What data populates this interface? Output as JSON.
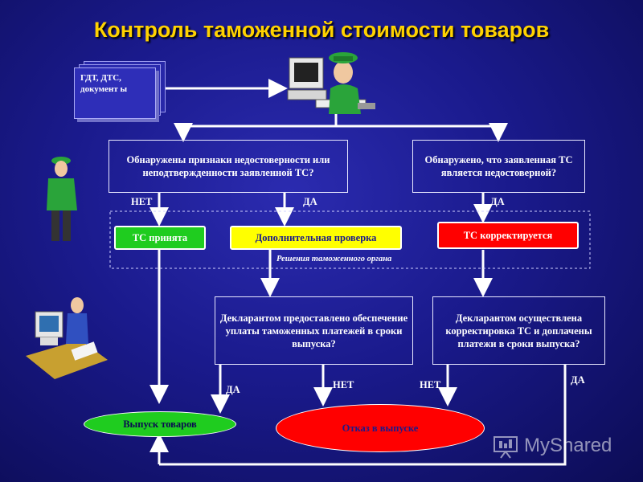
{
  "title": "Контроль таможенной стоимости товаров",
  "docs": "ГДТ, ДТС, документ ы",
  "q1": "Обнаружены признаки недостоверности или неподтвержденности заявленной ТС?",
  "q2": "Обнаружено, что заявленная ТС является недостоверной?",
  "labels": {
    "net": "НЕТ",
    "da": "ДА"
  },
  "decisions": {
    "accepted": "ТС принята",
    "extra_check": "Дополнительная проверка",
    "corrected": "ТС корректируется",
    "caption": "Решения таможенного органа"
  },
  "q3": "Декларантом предоставлено обеспечение уплаты таможенных платежей в сроки выпуска?",
  "q4": "Декларантом осуществлена корректировка ТС и доплачены платежи в сроки выпуска?",
  "outcomes": {
    "release": "Выпуск товаров",
    "refusal": "Отказ в выпуске"
  },
  "colors": {
    "title": "#ffd200",
    "green": "#1fcc1f",
    "yellow": "#ffff00",
    "red": "#ff0000"
  },
  "watermark": "MyShared"
}
